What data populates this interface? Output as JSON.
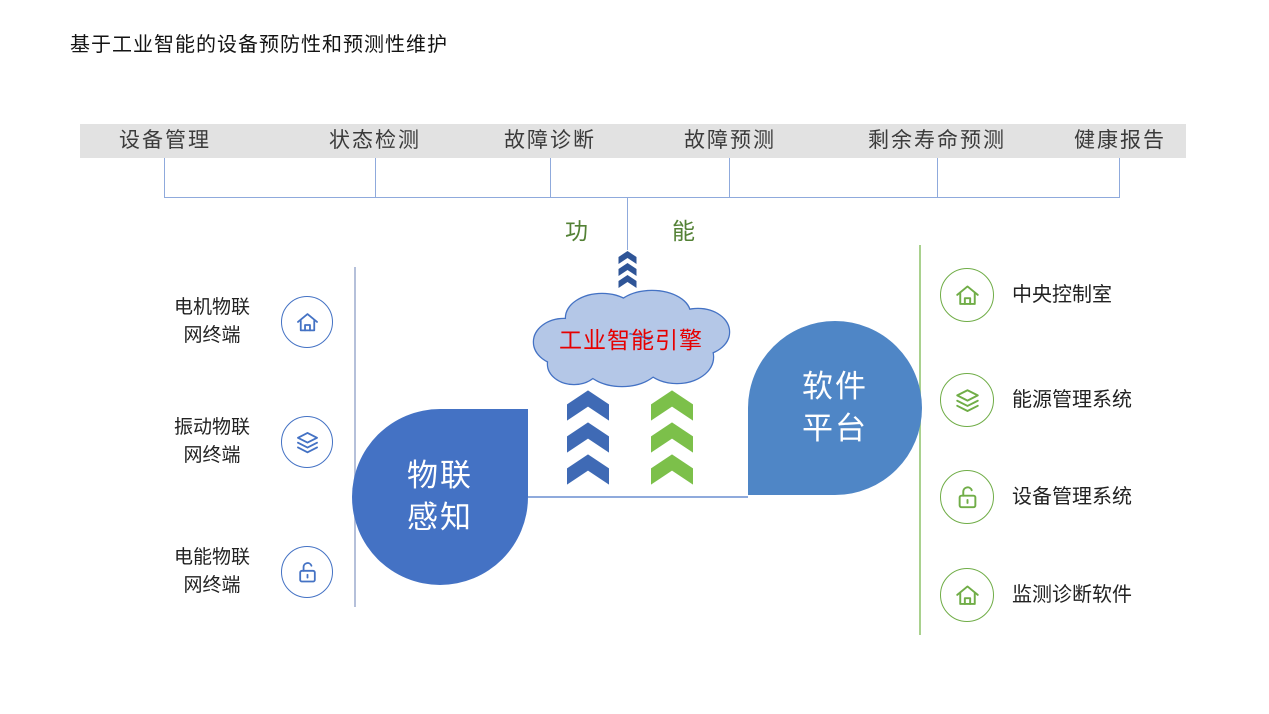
{
  "title": "基于工业智能的设备预防性和预测性维护",
  "function_bar": {
    "items": [
      "设备管理",
      "状态检测",
      "故障诊断",
      "故障预测",
      "剩余寿命预测",
      "健康报告"
    ]
  },
  "function_caption": {
    "left": "功",
    "right": "能"
  },
  "engine_cloud": {
    "label": "工业智能引擎"
  },
  "perception_node": {
    "line1": "物联",
    "line2": "感知"
  },
  "platform_node": {
    "line1": "软件",
    "line2": "平台"
  },
  "left_items": [
    {
      "line1": "电机物联",
      "line2": "网终端",
      "icon": "home-icon"
    },
    {
      "line1": "振动物联",
      "line2": "网终端",
      "icon": "layers-icon"
    },
    {
      "line1": "电能物联",
      "line2": "网终端",
      "icon": "unlock-icon"
    }
  ],
  "right_items": [
    {
      "label": "中央控制室",
      "icon": "home-icon"
    },
    {
      "label": "能源管理系统",
      "icon": "layers-icon"
    },
    {
      "label": "设备管理系统",
      "icon": "unlock-icon"
    },
    {
      "label": "监测诊断软件",
      "icon": "home-icon"
    }
  ],
  "colors": {
    "connector-blue": "#8faadc",
    "green-text": "#538135",
    "chevron-navy": "#2f5597",
    "chevron-blue": "#3f6ab5",
    "chevron-green": "#7cc04a",
    "cloud-fill": "#b4c7e7",
    "cloud-stroke": "#4472c4",
    "engine-red": "#e60000",
    "node-blue-left": "#4472c4",
    "node-blue-right": "#4f86c6",
    "icon-blue": "#4472c4",
    "icon-green": "#70ad47",
    "divider-green": "#a9d18e",
    "divider-gray": "#b5c0da",
    "bar-bg": "#e2e2e2",
    "bar-text": "#3b3b3b"
  }
}
